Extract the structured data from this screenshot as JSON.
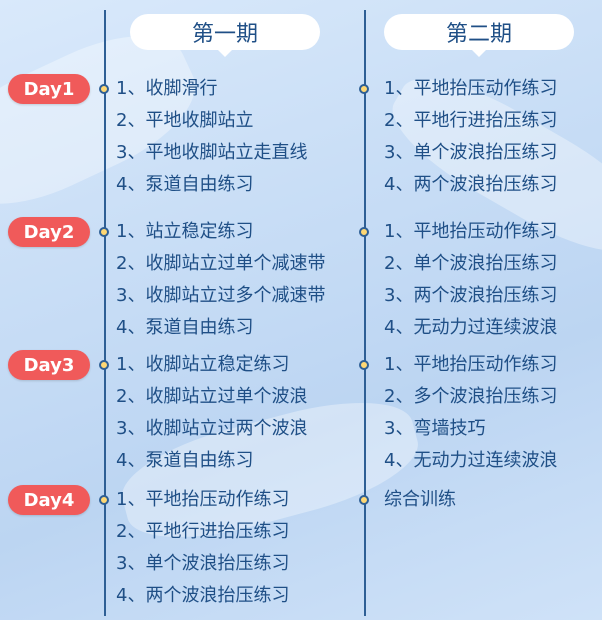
{
  "headers": {
    "phase1": "第一期",
    "phase2": "第二期"
  },
  "days": [
    {
      "label": "Day1",
      "phase1": [
        "1、收脚滑行",
        "2、平地收脚站立",
        "3、平地收脚站立走直线",
        "4、泵道自由练习"
      ],
      "phase2": [
        "1、平地抬压动作练习",
        "2、平地行进抬压练习",
        "3、单个波浪抬压练习",
        "4、两个波浪抬压练习"
      ]
    },
    {
      "label": "Day2",
      "phase1": [
        "1、站立稳定练习",
        "2、收脚站立过单个减速带",
        "3、收脚站立过多个减速带",
        "4、泵道自由练习"
      ],
      "phase2": [
        "1、平地抬压动作练习",
        "2、单个波浪抬压练习",
        "3、两个波浪抬压练习",
        "4、无动力过连续波浪"
      ]
    },
    {
      "label": "Day3",
      "phase1": [
        "1、收脚站立稳定练习",
        "2、收脚站立过单个波浪",
        "3、收脚站立过两个波浪",
        "4、泵道自由练习"
      ],
      "phase2": [
        "1、平地抬压动作练习",
        "2、多个波浪抬压练习",
        "3、弯墙技巧",
        "4、无动力过连续波浪"
      ]
    },
    {
      "label": "Day4",
      "phase1": [
        "1、平地抬压动作练习",
        "2、平地行进抬压练习",
        "3、单个波浪抬压练习",
        "4、两个波浪抬压练习"
      ],
      "phase2": [
        "综合训练"
      ]
    }
  ]
}
